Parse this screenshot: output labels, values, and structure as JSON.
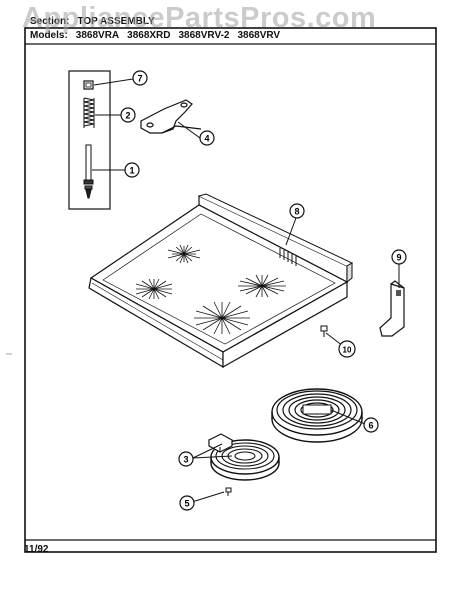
{
  "watermark": "AppliancePartsPros.com",
  "header": {
    "section_label": "Section:",
    "section_value": "TOP ASSEMBLY",
    "models_label": "Models:",
    "models": [
      "3868VRA",
      "3868XRD",
      "3868VRV-2",
      "3868VRV"
    ]
  },
  "footer": {
    "date": "11/92"
  },
  "callouts": [
    "1",
    "2",
    "3",
    "4",
    "5",
    "6",
    "7",
    "8",
    "9",
    "10"
  ]
}
